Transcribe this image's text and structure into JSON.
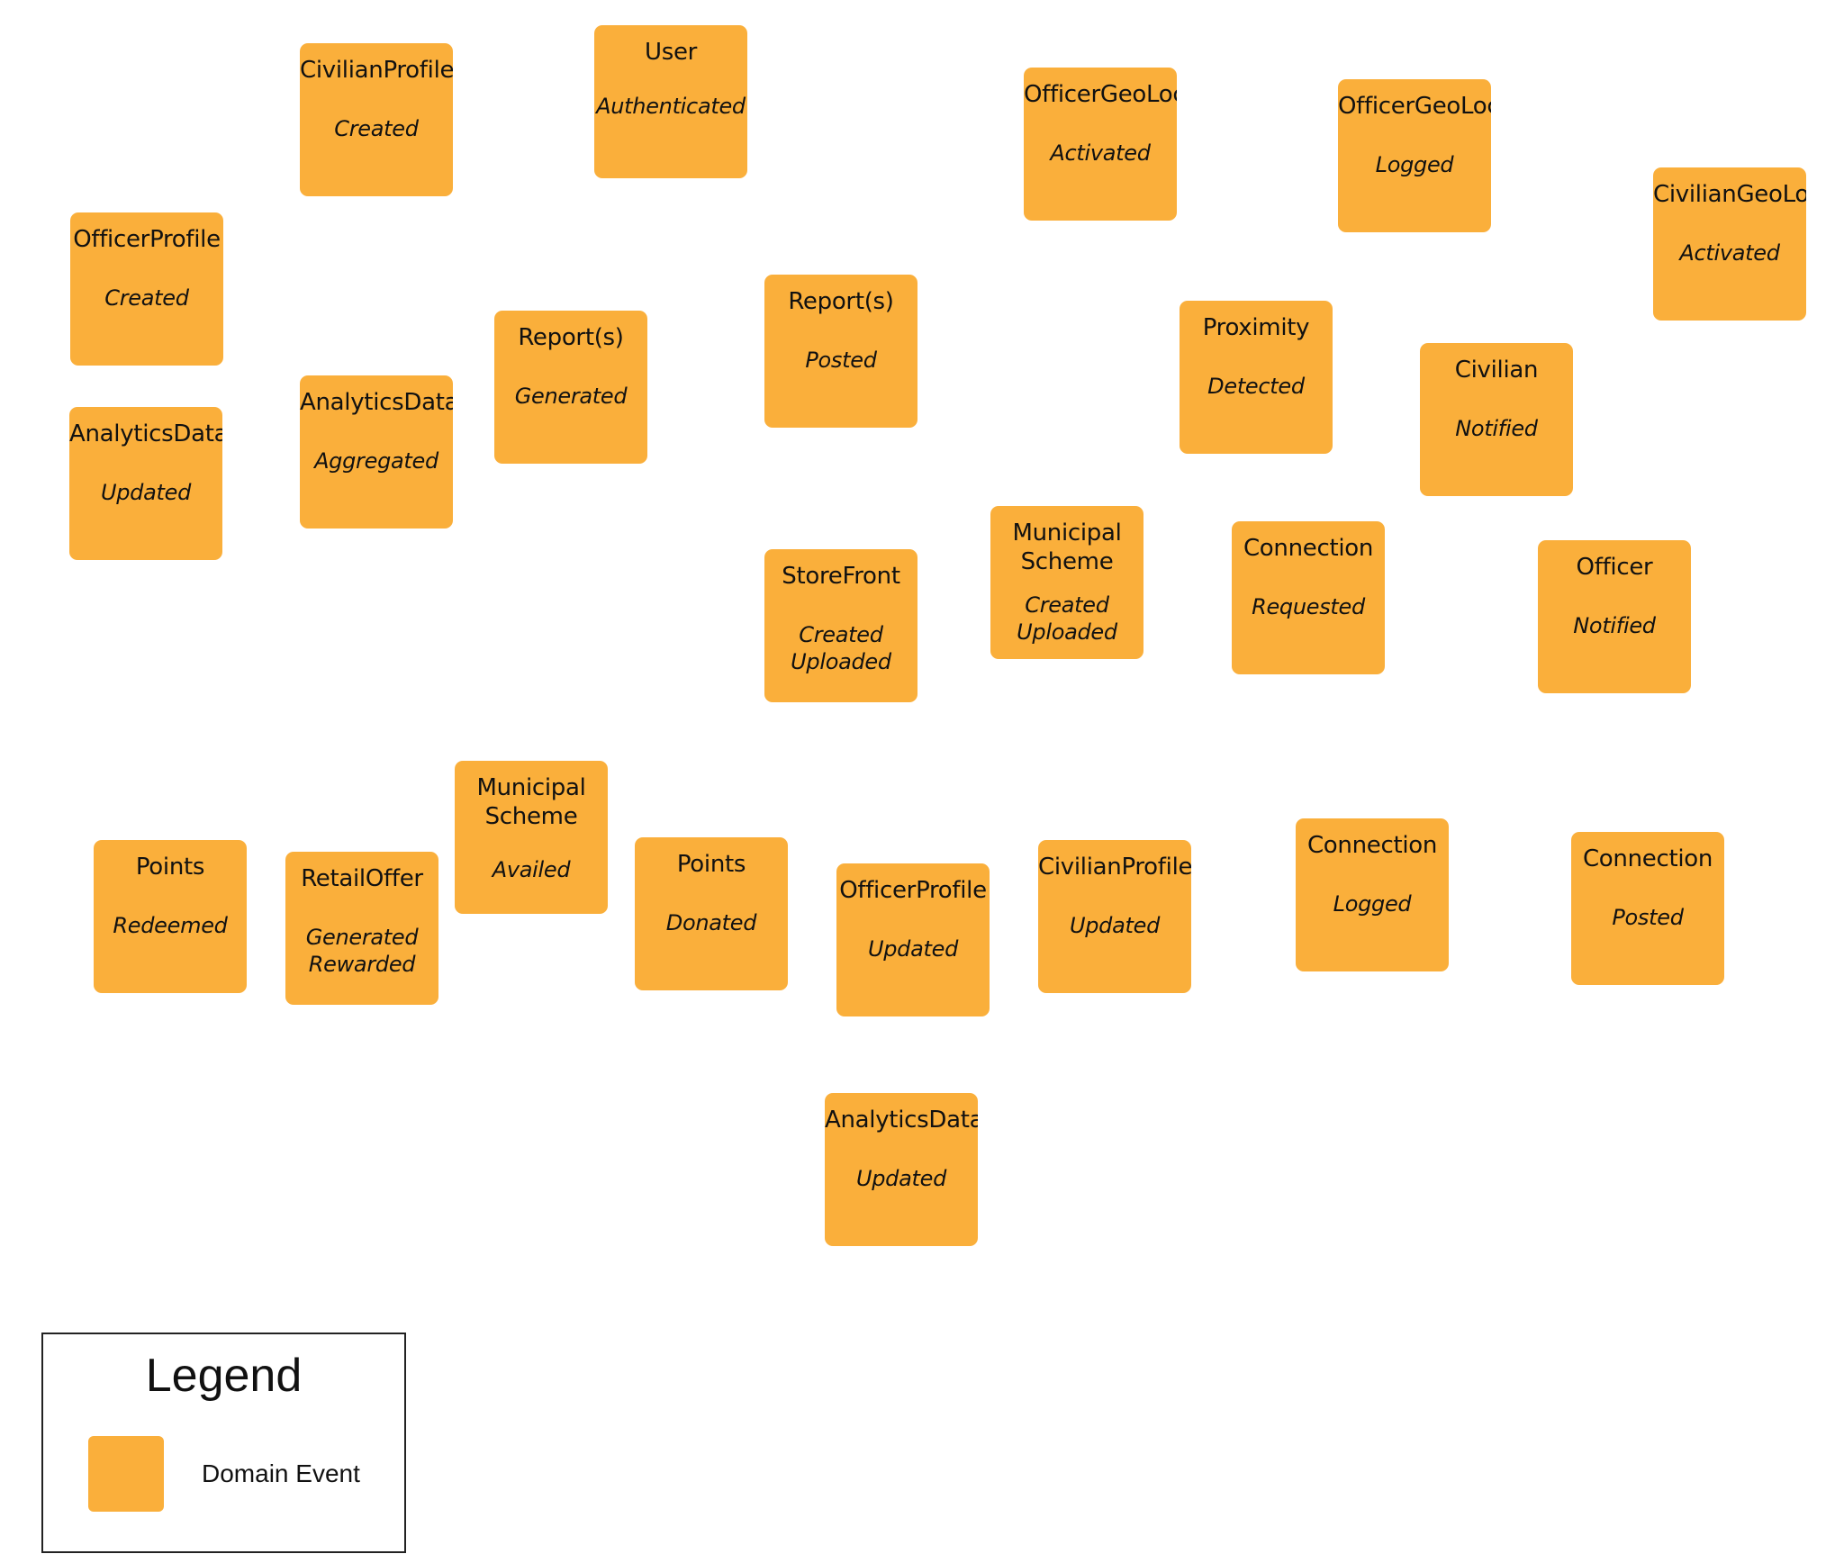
{
  "colors": {
    "domain_event": "#FAAF3B"
  },
  "events": [
    {
      "id": "officer-profile-created",
      "noun": "OfficerProfile",
      "verb": "Created"
    },
    {
      "id": "civilian-profile-created",
      "noun": "CivilianProfile",
      "verb": "Created"
    },
    {
      "id": "user-authenticated",
      "noun": "User",
      "verb": "Authenticated"
    },
    {
      "id": "officer-geoloc-activated",
      "noun": "OfficerGeoLoc",
      "verb": "Activated"
    },
    {
      "id": "officer-geoloc-logged",
      "noun": "OfficerGeoLoc",
      "verb": "Logged"
    },
    {
      "id": "civilian-geoloc-activated",
      "noun": "CivilianGeoLoc",
      "verb": "Activated"
    },
    {
      "id": "analytics-data-updated-1",
      "noun": "AnalyticsData",
      "verb": "Updated"
    },
    {
      "id": "analytics-data-aggregated",
      "noun": "AnalyticsData",
      "verb": "Aggregated"
    },
    {
      "id": "reports-generated",
      "noun": "Report(s)",
      "verb": "Generated"
    },
    {
      "id": "reports-posted",
      "noun": "Report(s)",
      "verb": "Posted"
    },
    {
      "id": "proximity-detected",
      "noun": "Proximity",
      "verb": "Detected"
    },
    {
      "id": "civilian-notified",
      "noun": "Civilian",
      "verb": "Notified"
    },
    {
      "id": "storefront-created-uploaded",
      "noun": "StoreFront",
      "verb": "Created\nUploaded"
    },
    {
      "id": "municipal-scheme-created-uploaded",
      "noun": "Municipal\nScheme",
      "verb": "Created\nUploaded"
    },
    {
      "id": "connection-requested",
      "noun": "Connection",
      "verb": "Requested"
    },
    {
      "id": "officer-notified",
      "noun": "Officer",
      "verb": "Notified"
    },
    {
      "id": "points-redeemed",
      "noun": "Points",
      "verb": "Redeemed"
    },
    {
      "id": "retail-offer-generated-rewarded",
      "noun": "RetailOffer",
      "verb": "Generated\nRewarded"
    },
    {
      "id": "municipal-scheme-availed",
      "noun": "Municipal\nScheme",
      "verb": "Availed"
    },
    {
      "id": "points-donated",
      "noun": "Points",
      "verb": "Donated"
    },
    {
      "id": "officer-profile-updated",
      "noun": "OfficerProfile",
      "verb": "Updated"
    },
    {
      "id": "civilian-profile-updated",
      "noun": "CivilianProfile",
      "verb": "Updated"
    },
    {
      "id": "connection-logged",
      "noun": "Connection",
      "verb": "Logged"
    },
    {
      "id": "connection-posted",
      "noun": "Connection",
      "verb": "Posted"
    },
    {
      "id": "analytics-data-updated-2",
      "noun": "AnalyticsData",
      "verb": "Updated"
    }
  ],
  "legend": {
    "title": "Legend",
    "item_label": "Domain Event"
  }
}
